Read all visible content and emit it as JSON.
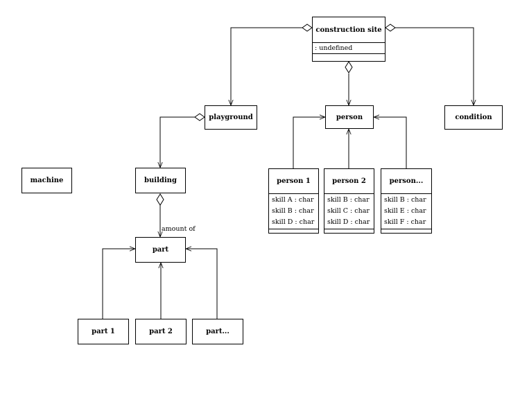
{
  "classes": {
    "construction_site": {
      "name": "construction site",
      "attributes": [
        ": undefined"
      ]
    },
    "playground": {
      "name": "playground"
    },
    "person": {
      "name": "person"
    },
    "condition": {
      "name": "condition"
    },
    "machine": {
      "name": "machine"
    },
    "building": {
      "name": "building"
    },
    "person_1": {
      "name": "person 1",
      "attributes": [
        "skill A : char",
        "skill B : char",
        "skill D : char"
      ]
    },
    "person_2": {
      "name": "person 2",
      "attributes": [
        "skill B : char",
        "skill C : char",
        "skill D : char"
      ]
    },
    "person_n": {
      "name": "person...",
      "attributes": [
        "skill B : char",
        "skill E : char",
        "skill F : char"
      ]
    },
    "part": {
      "name": "part"
    },
    "part_1": {
      "name": "part 1"
    },
    "part_2": {
      "name": "part 2"
    },
    "part_n": {
      "name": "part..."
    }
  },
  "labels": {
    "amount_of": "amount of"
  },
  "colors": {
    "line": "#000000",
    "background": "#ffffff"
  }
}
